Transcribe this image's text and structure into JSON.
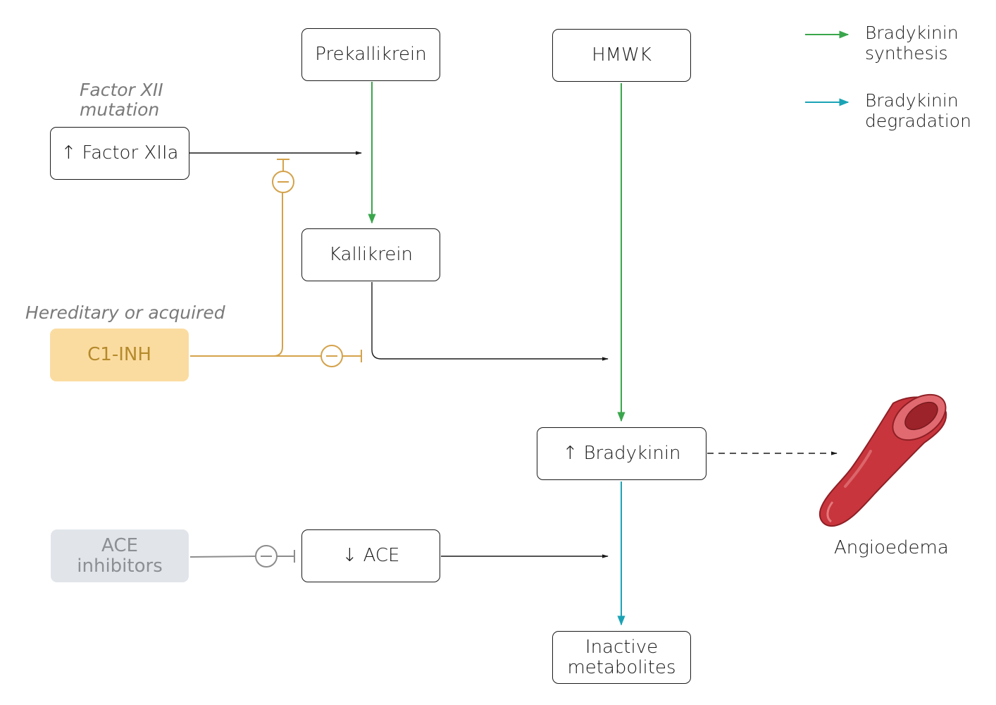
{
  "colors": {
    "synthesis": "#3aa64c",
    "degradation": "#1aa3b5",
    "inhibitor": "#d4a24a",
    "inhibitor_fill": "#fbdca0",
    "inhibitor_text": "#b58a2c",
    "ace_inhibitor_fill": "#e1e5ea",
    "ace_inhibitor_text": "#8c8f93",
    "ace_inhibitor_line": "#8c8c8c",
    "default_line": "#1a1a1a",
    "vessel": "#c8353c"
  },
  "nodes": {
    "prekallikrein": "Prekallikrein",
    "hmwk": "HMWK",
    "factor_xiia": "↑ Factor XIIa",
    "kallikrein": "Kallikrein",
    "c1_inh": "C1-INH",
    "bradykinin": "↑ Bradykinin",
    "ace_inhibitors_line1": "ACE",
    "ace_inhibitors_line2": "inhibitors",
    "ace": "↓ ACE",
    "inactive_line1": "Inactive",
    "inactive_line2": "metabolites",
    "angioedema": "Angioedema"
  },
  "notes": {
    "factor_xii_line1": "Factor XII",
    "factor_xii_line2": "mutation",
    "hereditary": "Hereditary or acquired"
  },
  "legend": {
    "synthesis_line1": "Bradykinin",
    "synthesis_line2": "synthesis",
    "degradation_line1": "Bradykinin",
    "degradation_line2": "degradation"
  },
  "icons": {
    "inhibition": "circled-minus-icon",
    "vessel": "blood-vessel-icon"
  }
}
